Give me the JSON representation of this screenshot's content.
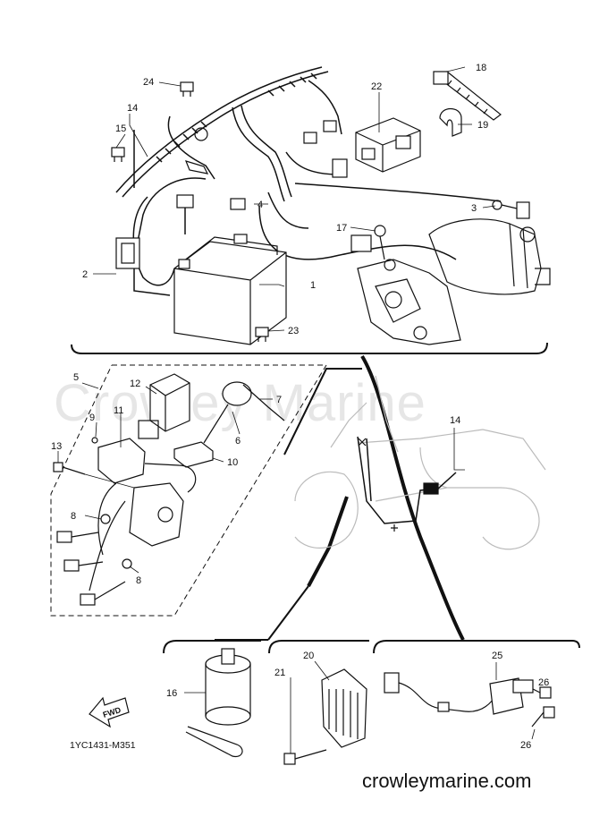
{
  "watermark_text": "Crowley Marine",
  "diagram_code": "1YC1431-M351",
  "site_footer": "crowleymarine.com",
  "fwd_label": "FWD",
  "callouts": {
    "c1": "1",
    "c2": "2",
    "c3": "3",
    "c4": "4",
    "c5": "5",
    "c6": "6",
    "c7": "7",
    "c8a": "8",
    "c8b": "8",
    "c9": "9",
    "c10": "10",
    "c11": "11",
    "c12": "12",
    "c13": "13",
    "c14a": "14",
    "c14b": "14",
    "c15": "15",
    "c16": "16",
    "c17": "17",
    "c18": "18",
    "c19": "19",
    "c20": "20",
    "c21": "21",
    "c22": "22",
    "c23": "23",
    "c24": "24",
    "c25": "25",
    "c26a": "26",
    "c26b": "26"
  }
}
